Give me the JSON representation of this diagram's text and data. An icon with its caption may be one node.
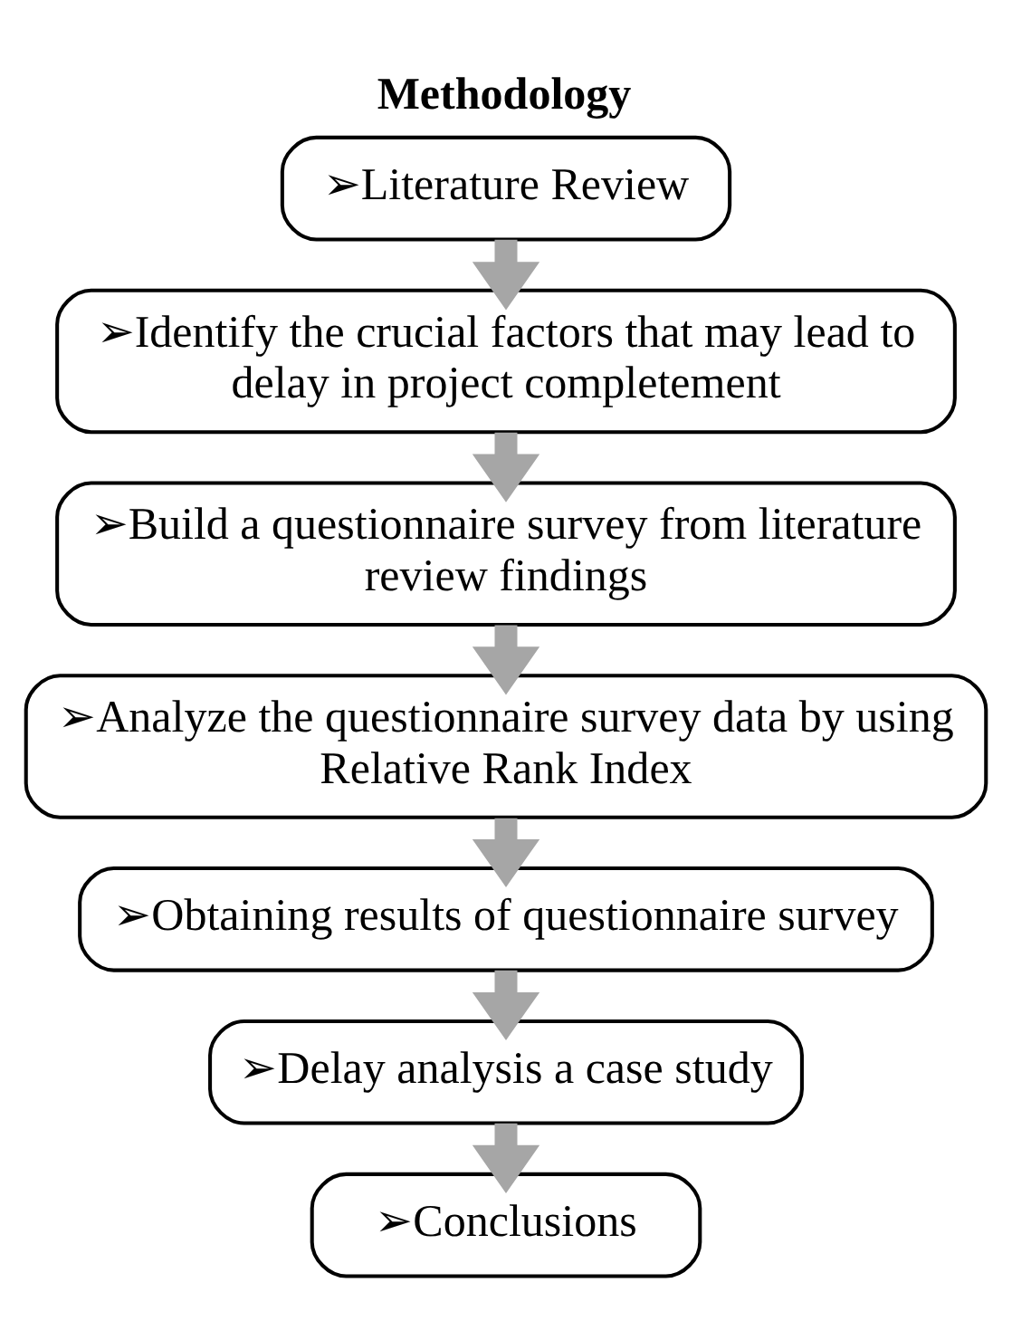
{
  "diagram": {
    "title": "Methodology",
    "nodes": [
      {
        "text": [
          "➢Literature Review"
        ]
      },
      {
        "text": [
          "➢Identify the crucial factors that may lead to delay in project completement"
        ]
      },
      {
        "text": [
          "➢Build a questionnaire survey from literature review findings"
        ]
      },
      {
        "text": [
          "➢Analyze the questionnaire survey data by using Relative Rank Index"
        ]
      },
      {
        "text": [
          "➢Obtaining results of questionnaire survey"
        ]
      },
      {
        "text": [
          "➢Delay analysis a case study"
        ]
      },
      {
        "text": [
          "➢Conclusions"
        ]
      }
    ],
    "edges": [
      {
        "from": 0,
        "to": 1,
        "arrow": "to"
      },
      {
        "from": 1,
        "to": 2,
        "arrow": "to"
      },
      {
        "from": 2,
        "to": 3,
        "arrow": "to"
      },
      {
        "from": 3,
        "to": 4,
        "arrow": "to"
      },
      {
        "from": 4,
        "to": 5,
        "arrow": "to"
      },
      {
        "from": 5,
        "to": 6,
        "arrow": "to"
      }
    ]
  }
}
